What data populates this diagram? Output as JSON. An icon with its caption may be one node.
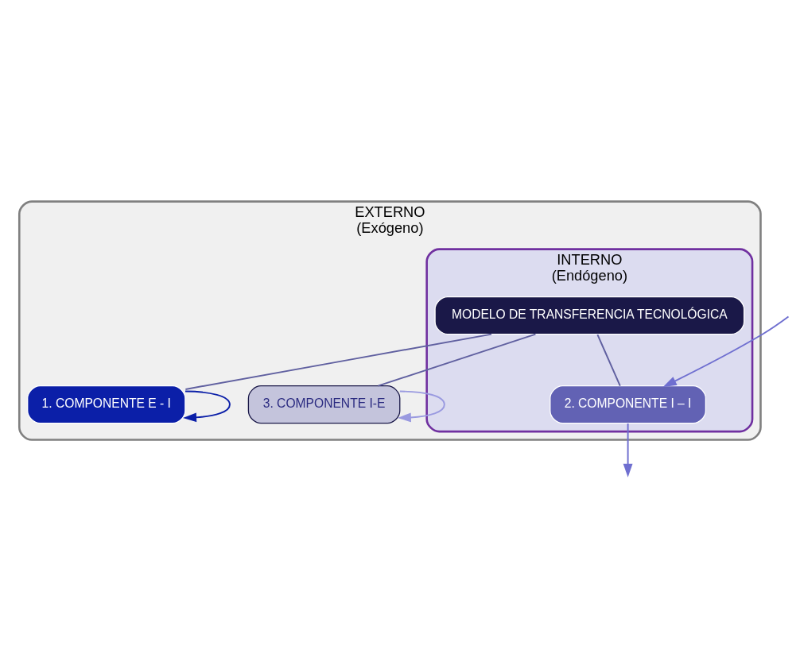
{
  "diagram": {
    "nodes": [
      {
        "text": [
          "EXTERNO",
          "(Exógeno)"
        ]
      },
      {
        "text": [
          "INTERNO",
          "(Endógeno)"
        ],
        "in": 0
      },
      {
        "text": [
          "2. COMPONENTE I – I"
        ],
        "in": 1
      },
      {
        "text": [
          "MODELO DE TRANSFERENCIA TECNOLÓGICA"
        ],
        "in": 1
      },
      {
        "text": [
          "1. COMPONENTE E - I"
        ],
        "in": 0
      },
      {
        "text": [
          "3. COMPONENTE I-E"
        ],
        "in": 0
      }
    ],
    "edges": [
      {
        "from": 3,
        "to": 2,
        "arrow": "none"
      },
      {
        "from": 3,
        "to": 4,
        "arrow": "none"
      },
      {
        "from": 3,
        "to": 5,
        "arrow": "none"
      },
      {
        "from": null,
        "to": 2,
        "arrow": "to",
        "color": "#6f6fd0"
      },
      {
        "from": 2,
        "to": null,
        "arrow": "to",
        "color": "#6f6fd0"
      },
      {
        "from": 4,
        "to": 4,
        "arrow": "to",
        "color": "#0b1fa8"
      },
      {
        "from": 5,
        "to": 5,
        "arrow": "to",
        "color": "#9a9ae0"
      }
    ]
  }
}
